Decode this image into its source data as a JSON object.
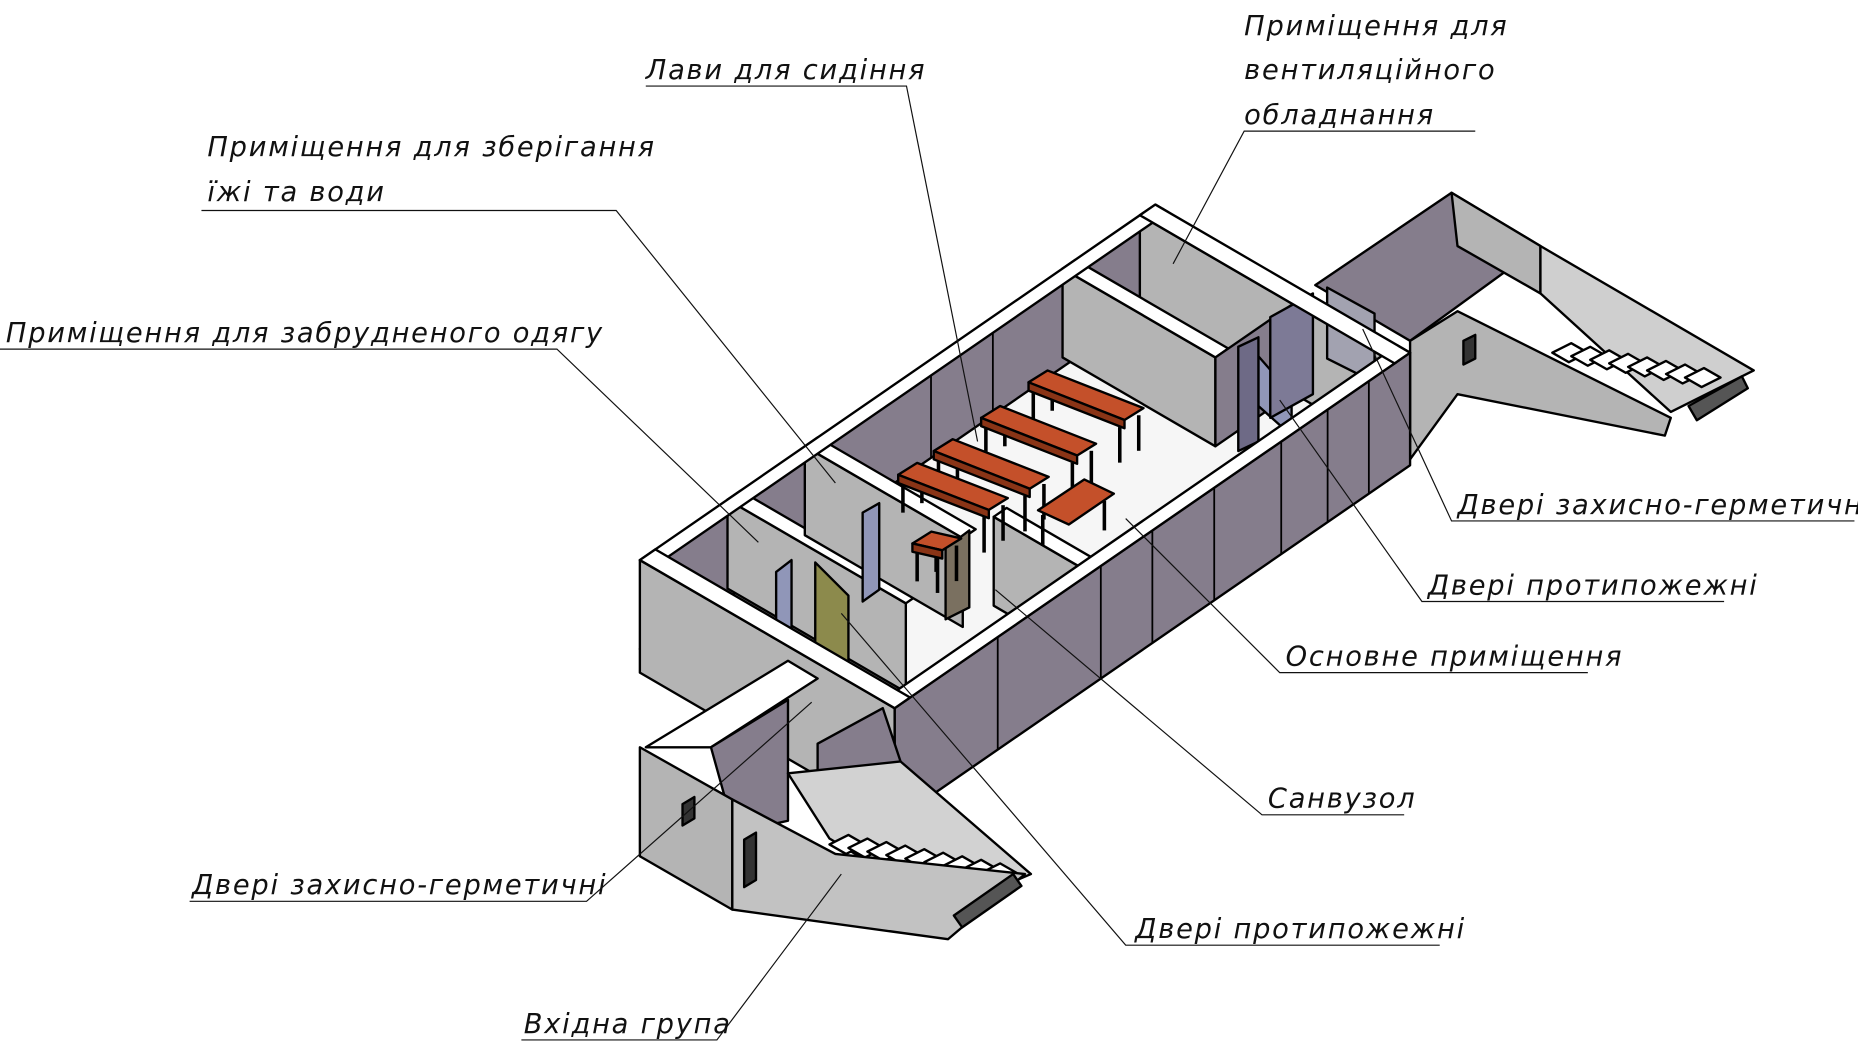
{
  "labels": {
    "vent_room": [
      "Приміщення для",
      "вентиляційного",
      "обладнання"
    ],
    "benches": "Лави для сидіння",
    "food_storage": [
      "Приміщення для зберігання",
      "їжі та води"
    ],
    "dirty_clothes": "Приміщення для забрудненого одягу",
    "blast_door_right": "Двері захисно-герметичні",
    "fire_door_right": "Двері протипожежні",
    "main_room": "Основне приміщення",
    "toilet": "Санвузол",
    "blast_door_left": "Двері захисно-герметичні",
    "fire_door_bottom": "Двері протипожежні",
    "entrance": "Вхідна група"
  },
  "colors": {
    "wall_inner": "#857d8c",
    "wall_light": "#b4b4b4",
    "wall_top": "#ffffff",
    "floor": "#f6f6f6",
    "bench": "#c4502a",
    "door_olive": "#8c8a4c",
    "door_blue": "#9096b8",
    "door_brown": "#7a7060"
  }
}
